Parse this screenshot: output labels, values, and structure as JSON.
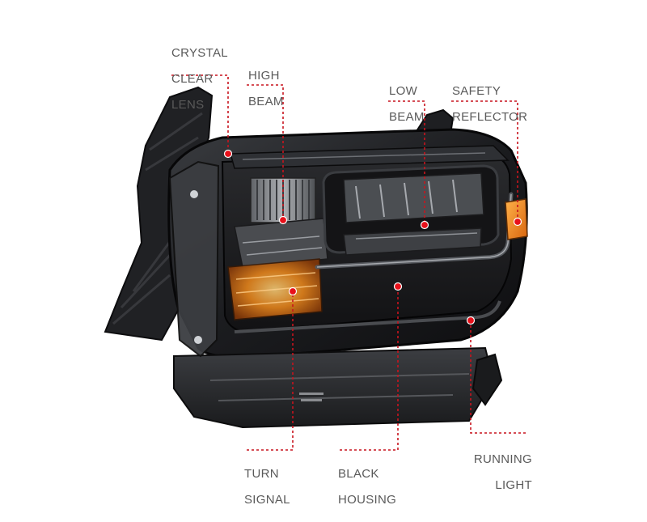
{
  "diagram": {
    "callouts": [
      {
        "id": "crystal-clear-lens",
        "lines": [
          "CRYSTAL",
          "CLEAR",
          "LENS"
        ]
      },
      {
        "id": "high-beam",
        "lines": [
          "HIGH",
          "BEAM"
        ]
      },
      {
        "id": "low-beam",
        "lines": [
          "LOW",
          "BEAM"
        ]
      },
      {
        "id": "safety-reflector",
        "lines": [
          "SAFETY",
          "REFLECTOR"
        ]
      },
      {
        "id": "turn-signal",
        "lines": [
          "TURN",
          "SIGNAL"
        ]
      },
      {
        "id": "black-housing",
        "lines": [
          "BLACK",
          "HOUSING"
        ]
      },
      {
        "id": "running-light",
        "lines": [
          "RUNNING",
          "LIGHT"
        ]
      }
    ],
    "colors": {
      "leader_line": "#c8141e",
      "marker_dot": "#e8101a",
      "label_text": "#5a5a5a",
      "housing": "#1c1d20",
      "amber": "#f08a1c"
    }
  }
}
